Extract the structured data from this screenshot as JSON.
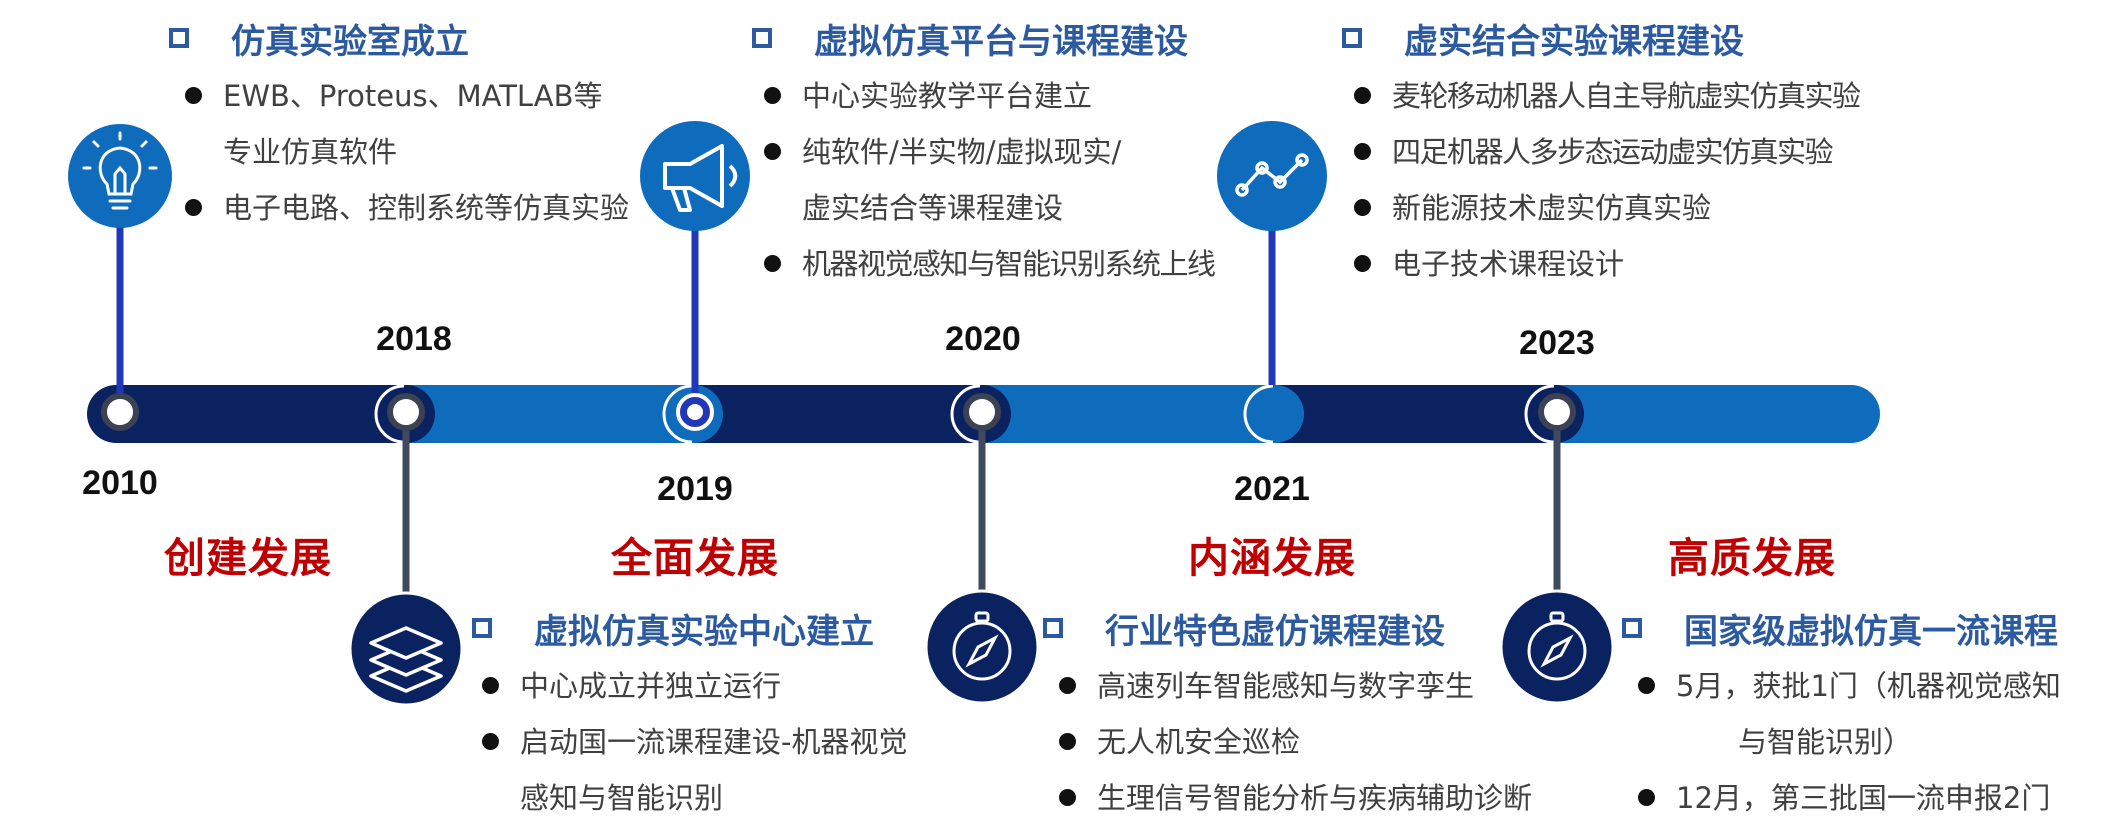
{
  "timeline": {
    "colors": {
      "dark_segment": "#0b2260",
      "light_segment": "#0f6cbd",
      "connector_up": "#2137b8",
      "connector_down": "#404a5e",
      "node_fill": "#ffffff",
      "node_ring": "#3b4253",
      "icon_light_bg": "#0f6cbd",
      "icon_dark_bg": "#0b2260",
      "phase_text": "#c00000",
      "title_text": "#2c5aa0"
    },
    "years": [
      "2010",
      "2018",
      "2019",
      "2020",
      "2021",
      "2023"
    ],
    "phases": [
      "创建发展",
      "全面发展",
      "内涵发展",
      "高质发展"
    ]
  },
  "milestones": [
    {
      "year": "2010",
      "icon": "lightbulb-icon",
      "title": "仿真实验室成立",
      "items": [
        "EWB、Proteus、MATLAB等",
        "专业仿真软件",
        "电子电路、控制系统等仿真实验"
      ]
    },
    {
      "year": "2018",
      "icon": "layers-icon",
      "title": "虚拟仿真实验中心建立",
      "items": [
        "中心成立并独立运行",
        "启动国一流课程建设-机器视觉",
        "感知与智能识别"
      ]
    },
    {
      "year": "2019",
      "icon": "megaphone-icon",
      "title": "虚拟仿真平台与课程建设",
      "items": [
        "中心实验教学平台建立",
        "纯软件/半实物/虚拟现实/",
        "虚实结合等课程建设",
        "机器视觉感知与智能识别系统上线"
      ]
    },
    {
      "year": "2020",
      "icon": "compass-icon",
      "title": "行业特色虚仿课程建设",
      "items": [
        "高速列车智能感知与数字孪生",
        "无人机安全巡检",
        "生理信号智能分析与疾病辅助诊断"
      ]
    },
    {
      "year": "2021",
      "icon": "line-chart-icon",
      "title": "虚实结合实验课程建设",
      "items": [
        "麦轮移动机器人自主导航虚实仿真实验",
        "四足机器人多步态运动虚实仿真实验",
        "新能源技术虚实仿真实验",
        "电子技术课程设计"
      ]
    },
    {
      "year": "2023",
      "icon": "compass-icon",
      "title": "国家级虚拟仿真一流课程",
      "items": [
        "5月，获批1门（机器视觉感知",
        "与智能识别）",
        "12月，第三批国一流申报2门"
      ]
    }
  ]
}
